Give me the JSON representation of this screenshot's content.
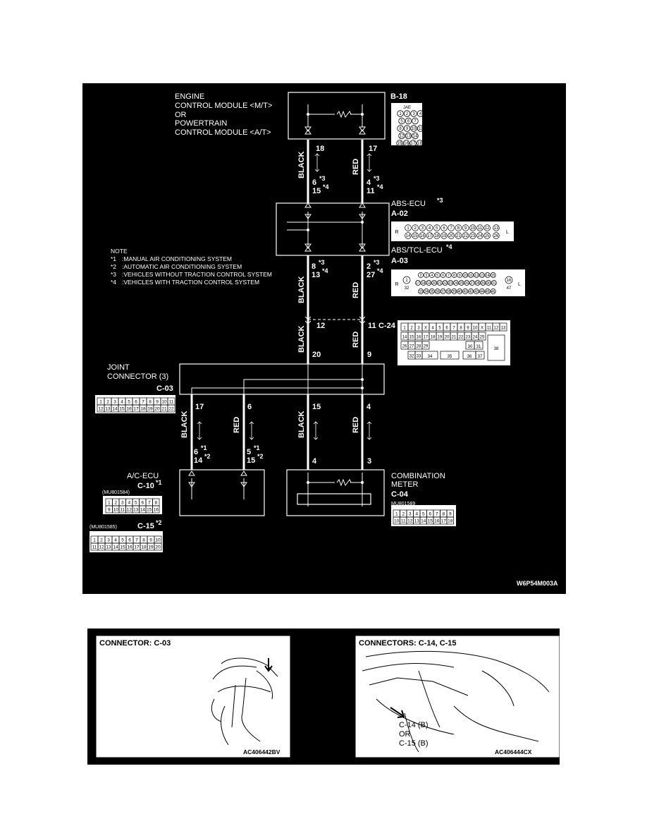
{
  "diagram": {
    "code": "W6P54M003A",
    "ecm": {
      "lines": [
        "ENGINE",
        "CONTROL MODULE <M/T>",
        "OR",
        "POWERTRAIN",
        "CONTROL MODULE <A/T>"
      ],
      "connector_id": "B-18",
      "connector_tag": "JAE",
      "connector_rows": [
        [
          "1",
          "2",
          "3",
          "4"
        ],
        [
          "5",
          "6",
          "7"
        ],
        [
          "8",
          "9",
          "10",
          "11"
        ],
        [
          "12",
          "13",
          "14"
        ],
        [
          "15",
          "16",
          "17",
          "18"
        ]
      ]
    },
    "abs": {
      "name": "ABS-ECU",
      "star": "*3",
      "connector_id": "A-02",
      "connector_row1": [
        "1",
        "2",
        "3",
        "4",
        "5",
        "6",
        "7",
        "8",
        "9",
        "10",
        "11",
        "12"
      ],
      "connector_row2": [
        "14",
        "15",
        "16",
        "17",
        "18",
        "19",
        "20",
        "21",
        "22",
        "23",
        "24",
        "25"
      ],
      "connector_extra1": "13",
      "connector_extra2": "26",
      "left_letter": "R",
      "right_letter": "L"
    },
    "abstcl": {
      "name": "ABS/TCL-ECU",
      "star": "*4",
      "connector_id": "A-03",
      "left_num": "1",
      "left_num2": "32",
      "right_num": "16",
      "right_num2": "47",
      "row1": "2 3 4 5 6 7 8 9 10 11 12 13 14 15",
      "row2": "17 18 19 20 21 22 23 24 25 26 27 28 29 30 31",
      "row3": "33 34 35 36 37 38 39 40 41 42 43 44 45 46",
      "left_letter": "R",
      "right_letter": "L"
    },
    "notes": {
      "title": "NOTE",
      "items": [
        {
          "mark": "*1",
          "text": ":MANUAL AIR CONDITIONING SYSTEM"
        },
        {
          "mark": "*2",
          "text": ":AUTOMATIC AIR CONDITIONING SYSTEM"
        },
        {
          "mark": "*3",
          "text": ":VEHICLES WITHOUT TRACTION CONTROL SYSTEM"
        },
        {
          "mark": "*4",
          "text": ":VEHICLES WITH TRACTION CONTROL SYSTEM"
        }
      ]
    },
    "wires_top": {
      "left": {
        "color": "BLACK",
        "pin_top": "18",
        "pin_a": "6",
        "mark_a": "*3",
        "pin_b": "15",
        "mark_b": "*4"
      },
      "right": {
        "color": "RED",
        "pin_top": "17",
        "pin_a": "4",
        "mark_a": "*3",
        "pin_b": "11",
        "mark_b": "*4"
      }
    },
    "wires_mid": {
      "left": {
        "color": "BLACK",
        "pin_a": "8",
        "mark_a": "*3",
        "pin_b": "13",
        "mark_b": "*4"
      },
      "right": {
        "color": "RED",
        "pin_a": "2",
        "mark_a": "*3",
        "pin_b": "27",
        "mark_b": "*4"
      }
    },
    "c24": {
      "id": "C-24",
      "pin_left": "12",
      "pin_right": "11",
      "bottom_left": "20",
      "bottom_right": "9",
      "rows": [
        [
          "1",
          "2",
          "3",
          "X",
          "4",
          "5",
          "6",
          "7",
          "8",
          "9",
          "10",
          "X",
          "11",
          "12",
          "13"
        ],
        [
          "14",
          "15",
          "16",
          "17",
          "18",
          "19",
          "20",
          "21",
          "22",
          "23",
          "24",
          "25"
        ],
        [
          "26",
          "27",
          "28",
          "29",
          "",
          "30",
          "31",
          "38"
        ],
        [
          "32",
          "33",
          "34",
          "35",
          "36",
          "37"
        ]
      ]
    },
    "joint": {
      "lines": [
        "JOINT",
        "CONNECTOR (3)"
      ],
      "id": "C-03",
      "row1": [
        "1",
        "2",
        "3",
        "4",
        "5",
        "6",
        "7",
        "8",
        "9",
        "10",
        "11"
      ],
      "row2": [
        "12",
        "13",
        "14",
        "15",
        "16",
        "17",
        "18",
        "19",
        "20",
        "21",
        "22"
      ]
    },
    "lower_wires": [
      {
        "color": "BLACK",
        "pin_top": "17",
        "pin_a": "6",
        "mark_a": "*1",
        "pin_b": "14",
        "mark_b": "*2"
      },
      {
        "color": "RED",
        "pin_top": "6",
        "pin_a": "5",
        "mark_a": "*1",
        "pin_b": "15",
        "mark_b": "*2"
      },
      {
        "color": "BLACK",
        "pin_top": "15",
        "pin_bottom": "4"
      },
      {
        "color": "RED",
        "pin_top": "4",
        "pin_bottom": "3"
      }
    ],
    "acecu": {
      "name": "A/C-ECU",
      "c10_id": "C-10",
      "c10_star": "*1",
      "c10_part": "(MU801584)",
      "c10_row1": [
        "1",
        "2",
        "3",
        "4",
        "5",
        "6",
        "7",
        "8"
      ],
      "c10_row2": [
        "9",
        "10",
        "11",
        "12",
        "13",
        "14",
        "15",
        "16"
      ],
      "c15_id": "C-15",
      "c15_star": "*2",
      "c15_part": "(MU801585)",
      "c15_row1": [
        "1",
        "2",
        "3",
        "4",
        "5",
        "6",
        "7",
        "8",
        "9",
        "10"
      ],
      "c15_row2": [
        "11",
        "12",
        "13",
        "14",
        "15",
        "16",
        "17",
        "18",
        "19",
        "20"
      ]
    },
    "meter": {
      "lines": [
        "COMBINATION",
        "METER"
      ],
      "id": "C-04",
      "part": "MU801589",
      "row1": [
        "1",
        "2",
        "3",
        "4",
        "5",
        "6",
        "7",
        "8",
        "9"
      ],
      "row2": [
        "10",
        "11",
        "12",
        "13",
        "14",
        "15",
        "16",
        "17",
        "18"
      ]
    }
  },
  "photos": [
    {
      "title": "CONNECTOR: C-03",
      "code": "AC406442BV",
      "labels": []
    },
    {
      "title": "CONNECTORS: C-14, C-15",
      "code": "AC406444CX",
      "labels": [
        "C-14 (B)",
        "OR",
        "C-15 (B)"
      ]
    }
  ],
  "colors": {
    "background": "#000000",
    "line": "#ffffff",
    "photo_bg": "#000000"
  }
}
